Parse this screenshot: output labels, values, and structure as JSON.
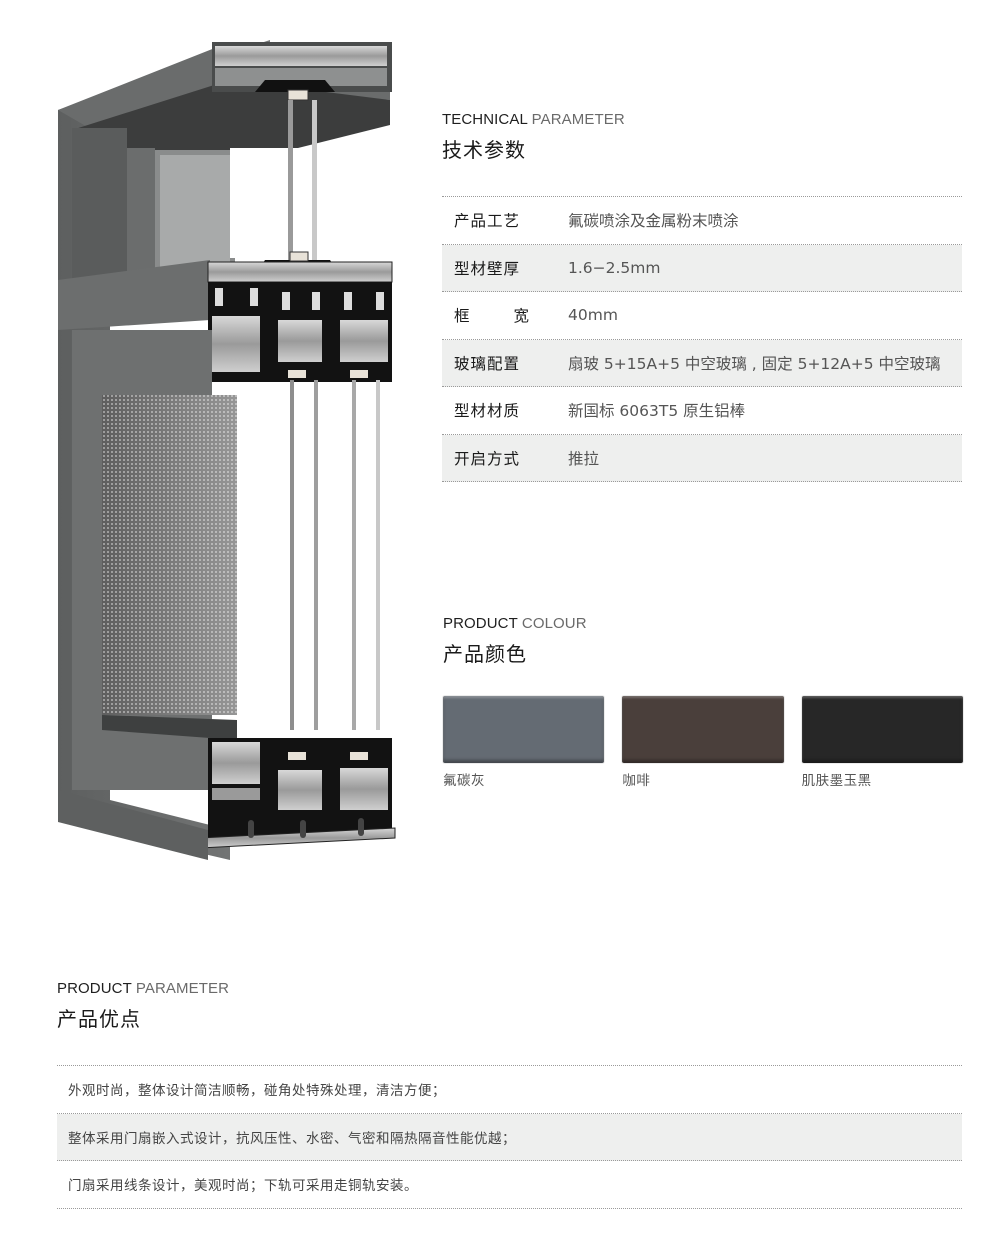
{
  "technical": {
    "eyebrow_strong": "TECHNICAL",
    "eyebrow_light": "PARAMETER",
    "title": "技术参数",
    "rows": [
      {
        "key": "产品工艺",
        "value": "氟碳喷涂及金属粉末喷涂"
      },
      {
        "key": "型材壁厚",
        "value": "1.6−2.5mm"
      },
      {
        "key_a": "框",
        "key_b": "宽",
        "value": "40mm"
      },
      {
        "key": "玻璃配置",
        "value": "扇玻 5+15A+5 中空玻璃 , 固定 5+12A+5 中空玻璃"
      },
      {
        "key": "型材材质",
        "value": "新国标 6063T5 原生铝棒"
      },
      {
        "key": "开启方式",
        "value": "推拉"
      }
    ]
  },
  "colour": {
    "eyebrow_strong": "PRODUCT",
    "eyebrow_light": "COLOUR",
    "title": "产品颜色",
    "swatches": [
      {
        "label": "氟碳灰",
        "color": "#646b73"
      },
      {
        "label": "咖啡",
        "color": "#4a3f3b"
      },
      {
        "label": "肌肤墨玉黑",
        "color": "#272727"
      }
    ]
  },
  "advantages": {
    "eyebrow_strong": "PRODUCT",
    "eyebrow_light": "PARAMETER",
    "title": "产品优点",
    "items": [
      "外观时尚，整体设计简洁顺畅，碰角处特殊处理，清洁方便；",
      "整体采用门扇嵌入式设计，抗风压性、水密、气密和隔热隔音性能优越；",
      "门扇采用线条设计，美观时尚；下轨可采用走铜轨安装。"
    ]
  },
  "illustration": {
    "subject": "sliding-window-profile-cross-section",
    "frame_color": "#6e7070",
    "profile_dark": "#111111"
  }
}
